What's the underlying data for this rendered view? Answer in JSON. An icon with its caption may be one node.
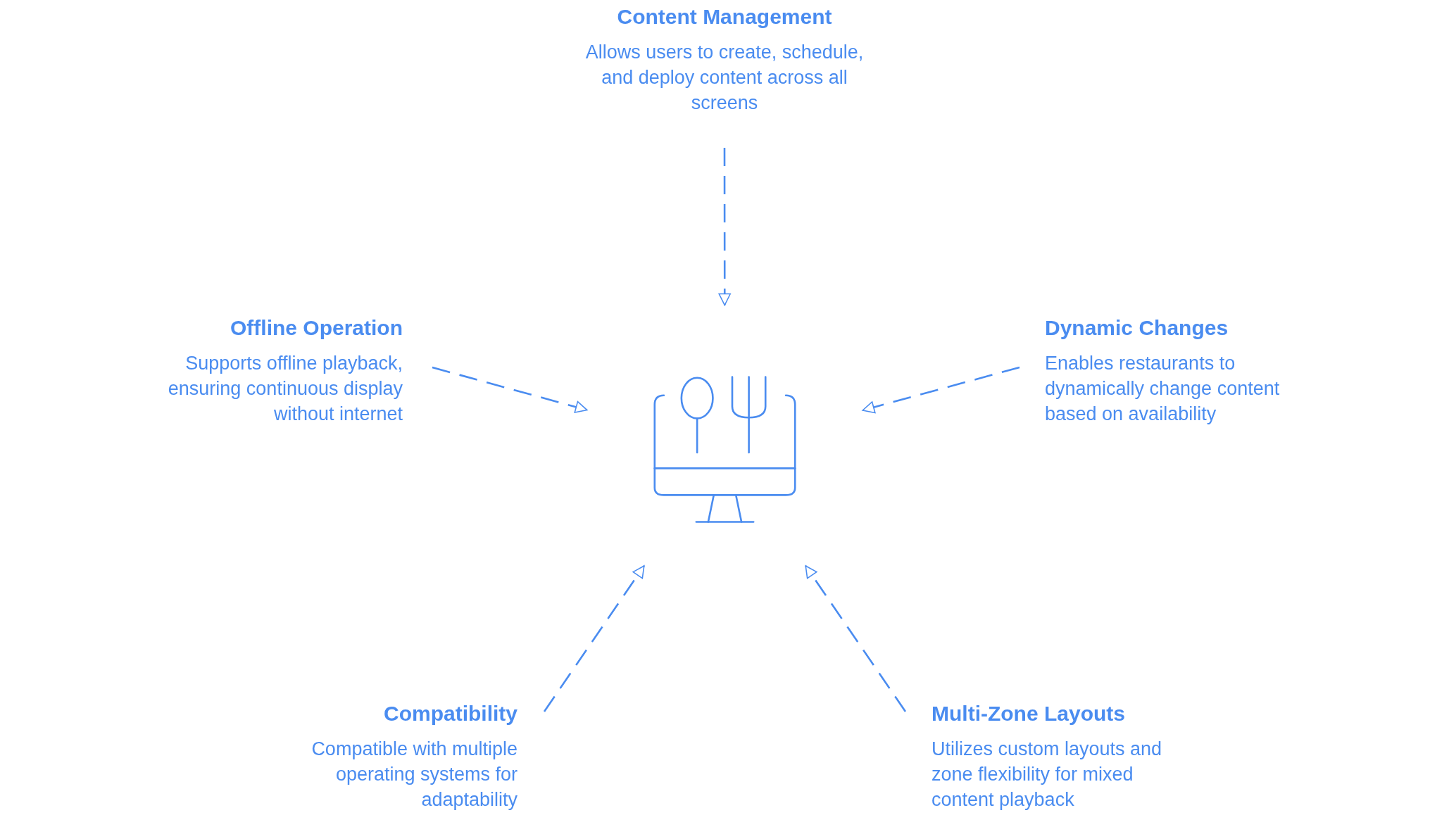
{
  "diagram": {
    "nodes": [
      {
        "text": [
          "Content Management",
          "Allows users to create, schedule, and deploy content across all screens"
        ]
      },
      {
        "text": [
          "Offline Operation",
          "Supports offline playback, ensuring continuous display without internet"
        ]
      },
      {
        "text": [
          "Dynamic Changes",
          "Enables restaurants to dynamically change content based on availability"
        ]
      },
      {
        "text": [],
        "shape": "picture"
      },
      {
        "text": [
          "Compatibility",
          "Compatible with multiple operating systems for adaptability"
        ]
      },
      {
        "text": [
          "Multi-Zone Layouts",
          "Utilizes custom layouts and zone flexibility for mixed content playback"
        ]
      }
    ],
    "edges": [
      {
        "from": 0,
        "to": 3,
        "arrow": "to",
        "style": "dashed"
      },
      {
        "from": 1,
        "to": 3,
        "arrow": "to",
        "style": "dashed"
      },
      {
        "from": 2,
        "to": 3,
        "arrow": "to",
        "style": "dashed"
      },
      {
        "from": 4,
        "to": 3,
        "arrow": "to",
        "style": "dashed"
      },
      {
        "from": 5,
        "to": 3,
        "arrow": "to",
        "style": "dashed"
      }
    ]
  }
}
